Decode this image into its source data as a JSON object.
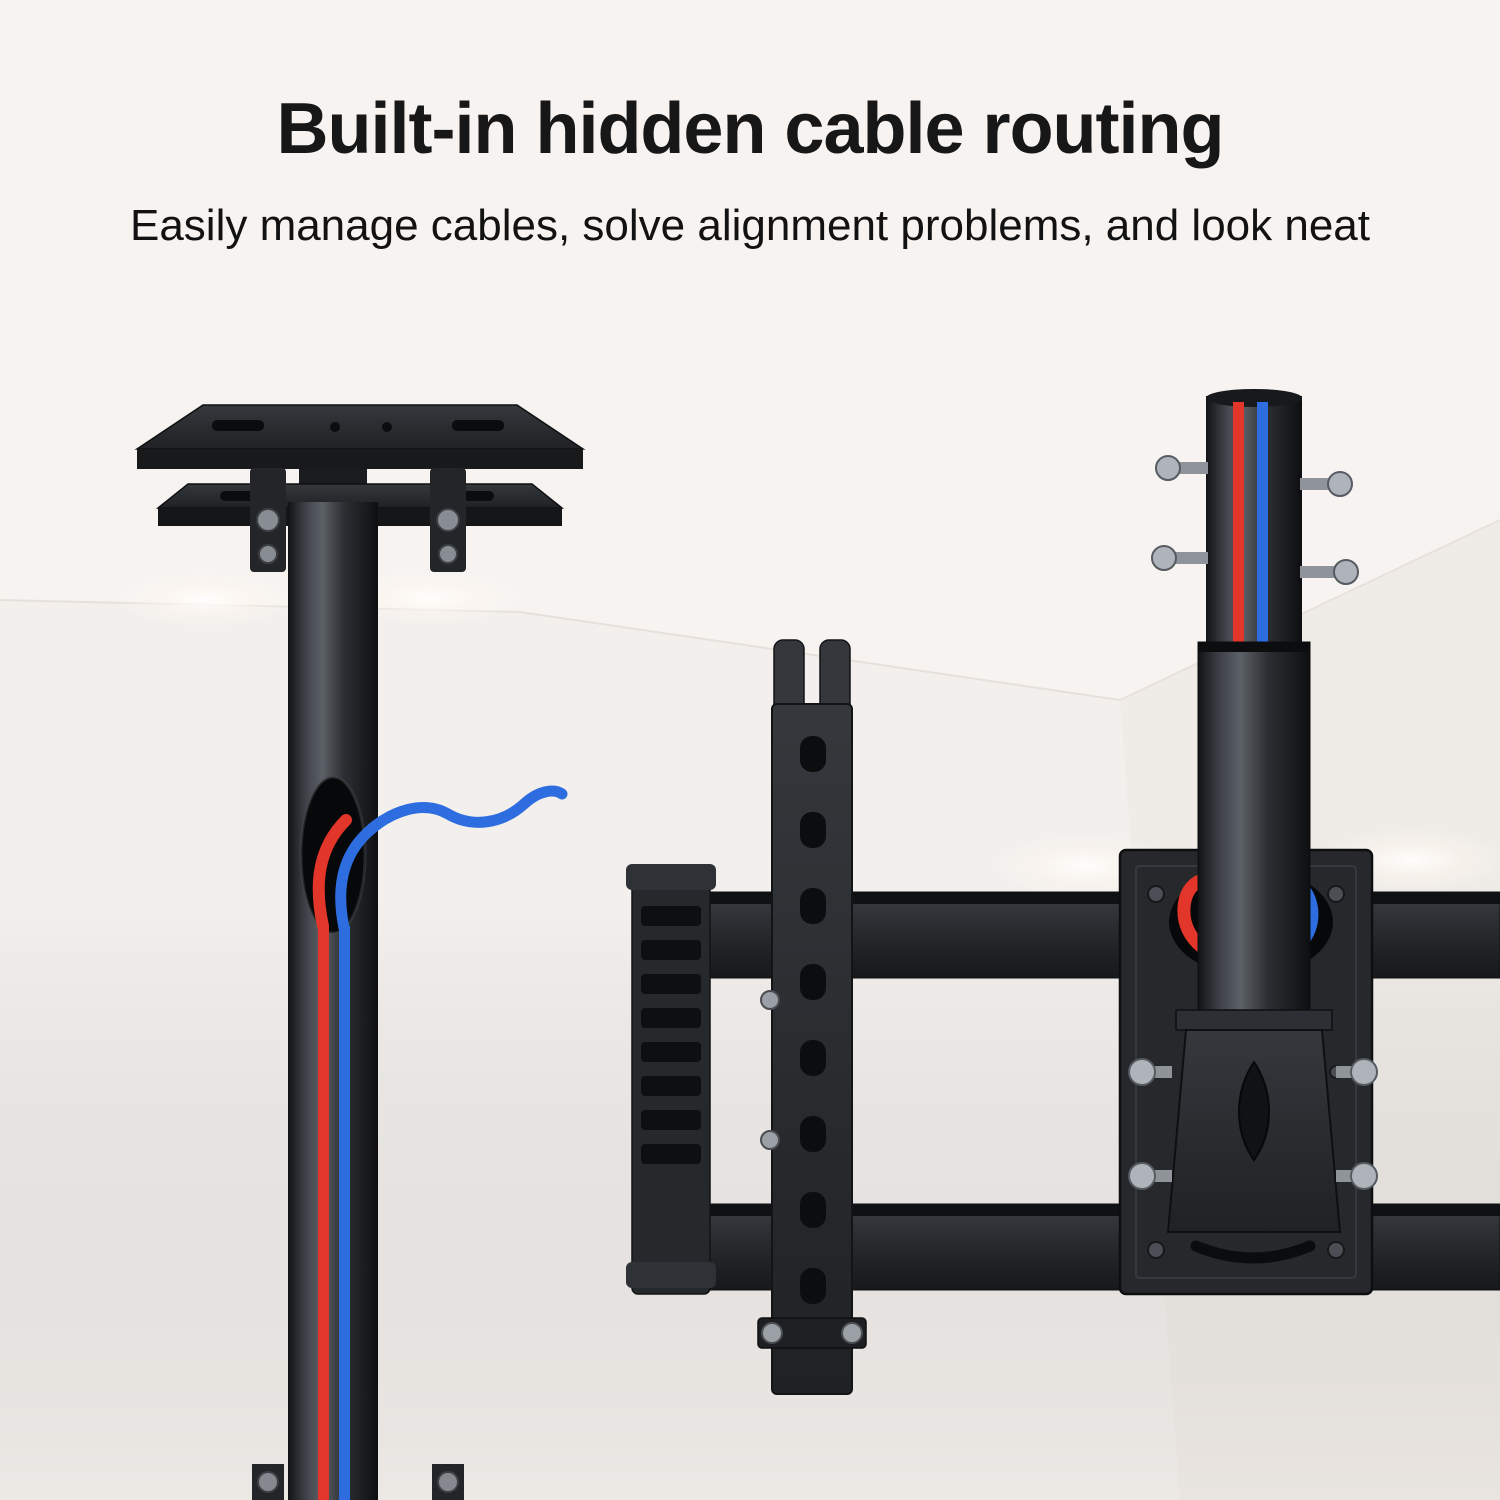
{
  "header": {
    "title": "Built-in hidden cable routing",
    "subtitle": "Easily manage cables, solve alignment problems, and look neat"
  },
  "colors": {
    "background": "#f2efec",
    "ceiling": "#f7f3f0",
    "wall_shade": "#eae6e2",
    "metal_dark": "#1c1e21",
    "metal_mid": "#2e3135",
    "metal_highlight": "#5c6167",
    "hardware_silver": "#aeb4ba",
    "cable_red": "#e2362b",
    "cable_blue": "#2e6de0",
    "text": "#171717"
  },
  "scene": {
    "left_figure": "ceiling-mount-pole-with-hidden-cable-hole",
    "right_figure": "tv-bracket-pole-with-hidden-cable-hole"
  }
}
